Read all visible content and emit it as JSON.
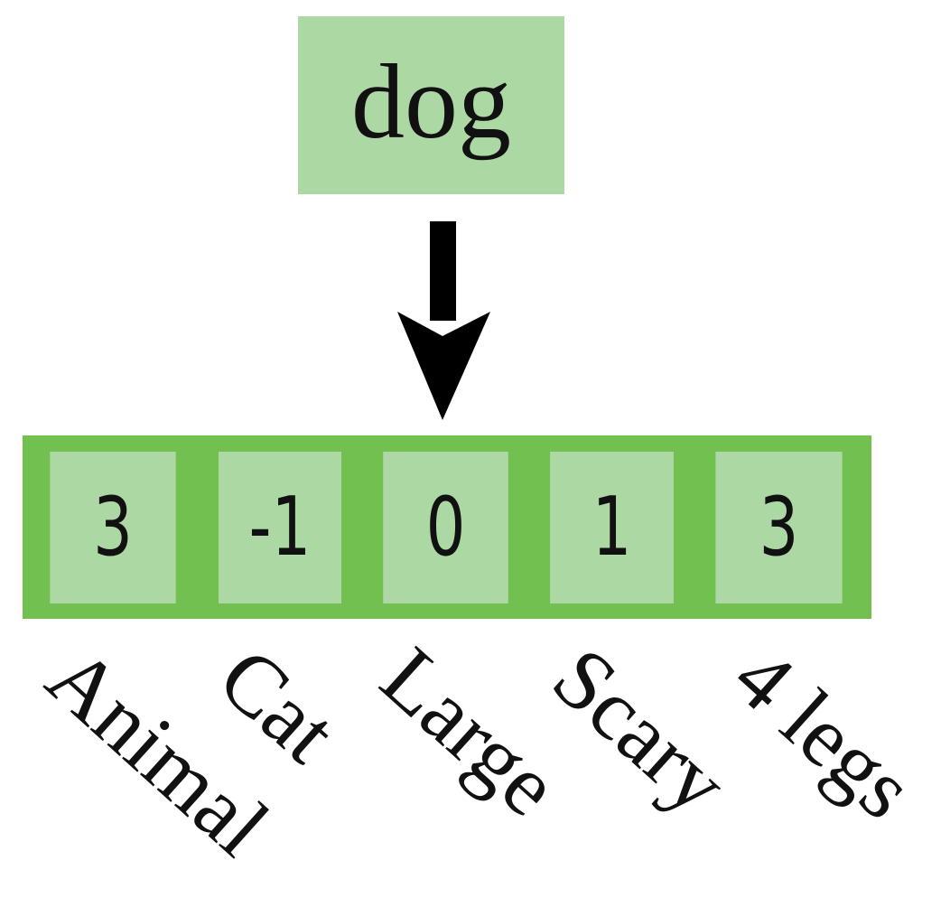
{
  "input_word": "dog",
  "vector": {
    "values": [
      "3",
      "-1",
      "0",
      "1",
      "3"
    ],
    "labels": [
      "Animal",
      "Cat",
      "Large",
      "Scary",
      "4 legs"
    ]
  },
  "colors": {
    "cell_fill": "#acd8a4",
    "border": "#72c050",
    "arrow": "#000000"
  }
}
